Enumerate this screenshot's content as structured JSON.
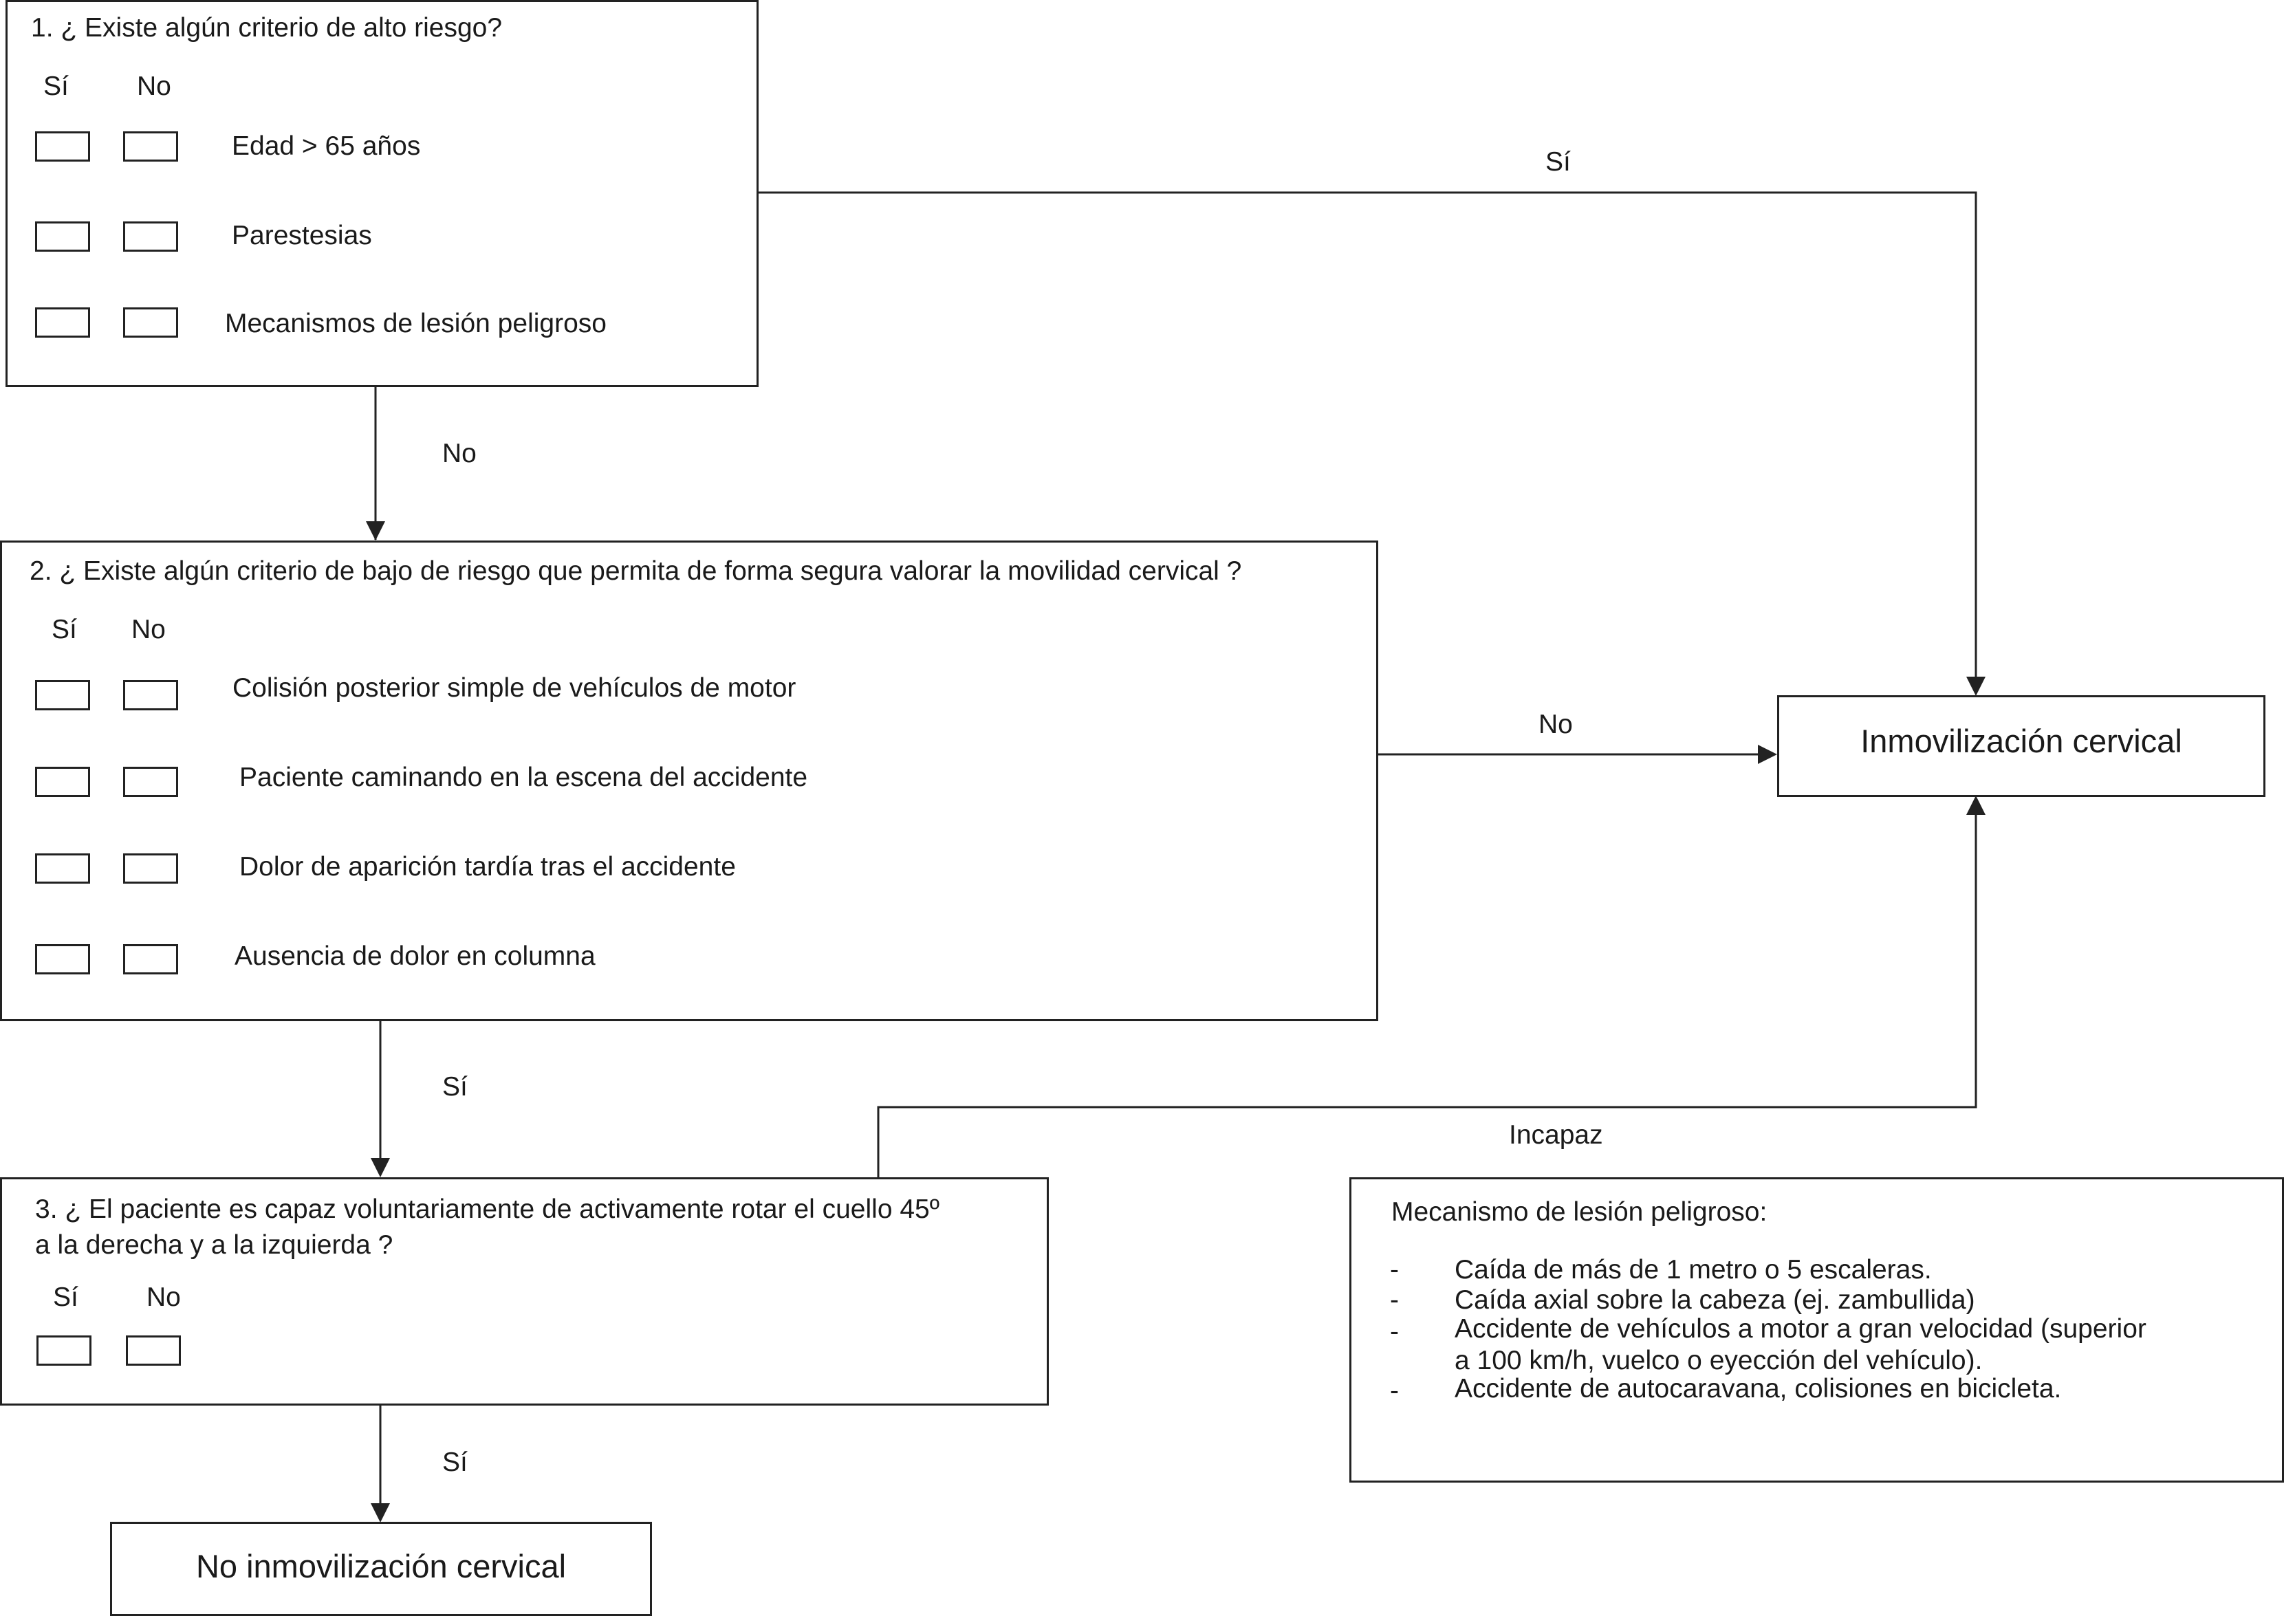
{
  "q1": {
    "question": "1. ¿ Existe algún criterio de alto riesgo?",
    "yes_header": "Sí",
    "no_header": "No",
    "criteria": [
      "Edad > 65 años",
      "Parestesias",
      "Mecanismos de lesión peligroso"
    ]
  },
  "q2": {
    "question": "2. ¿ Existe algún criterio de bajo de riesgo que permita de forma segura valorar la movilidad cervical ?",
    "yes_header": "Sí",
    "no_header": "No",
    "criteria": [
      "Colisión posterior simple de vehículos de motor",
      "Paciente caminando en la escena del accidente",
      "Dolor de aparición tardía tras el accidente",
      "Ausencia de dolor en columna"
    ]
  },
  "q3": {
    "question_line1": "3. ¿ El paciente es capaz voluntariamente de activamente rotar el cuello 45º",
    "question_line2": "a la derecha y a la izquierda ?",
    "yes_header": "Sí",
    "no_header": "No"
  },
  "outcomes": {
    "immobilize": "Inmovilización cervical",
    "no_immobilize": "No inmovilización cervical"
  },
  "edge_labels": {
    "q1_yes": "Sí",
    "q1_no": "No",
    "q2_no": "No",
    "q2_yes": "Sí",
    "q3_unable": "Incapaz",
    "q3_yes": "Sí"
  },
  "note": {
    "title": "Mecanismo de lesión peligroso:",
    "bullet": "-",
    "items": [
      "Caída de más de 1 metro o 5 escaleras.",
      "Caída axial sobre la cabeza (ej. zambullida)",
      "Accidente de vehículos a motor a gran velocidad (superior",
      "a 100 km/h, vuelco o eyección del vehículo).",
      "Accidente de autocaravana, colisiones en bicicleta."
    ]
  }
}
